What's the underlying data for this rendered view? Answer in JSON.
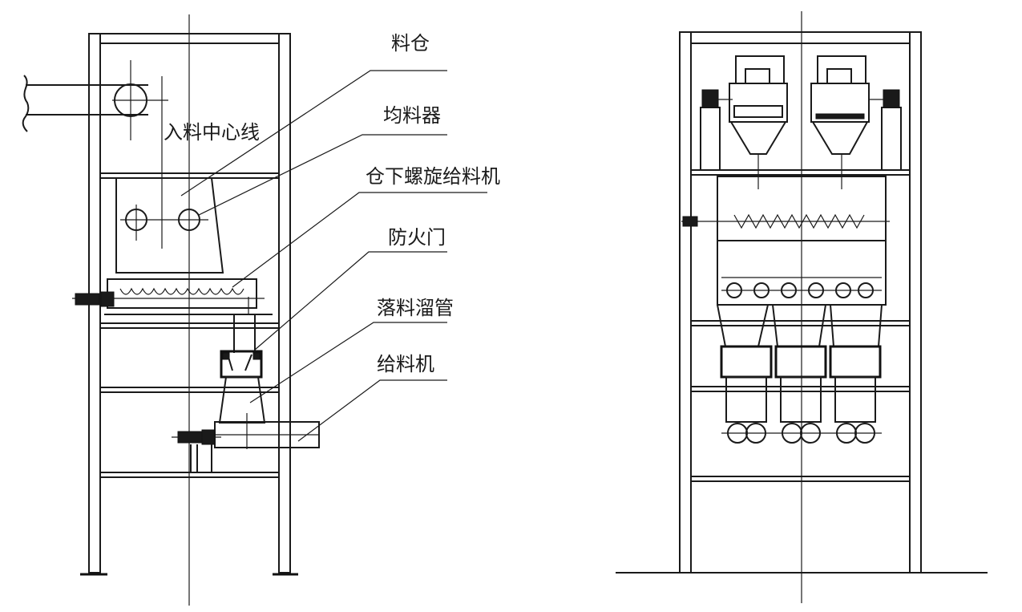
{
  "side_view": {
    "labels": {
      "centerline": "入料中心线",
      "bin": "料仓",
      "distributor": "均料器",
      "screw_feeder": "仓下螺旋给料机",
      "fire_door": "防火门",
      "chute": "落料溜管",
      "feeder": "给料机"
    }
  },
  "front_view": {}
}
